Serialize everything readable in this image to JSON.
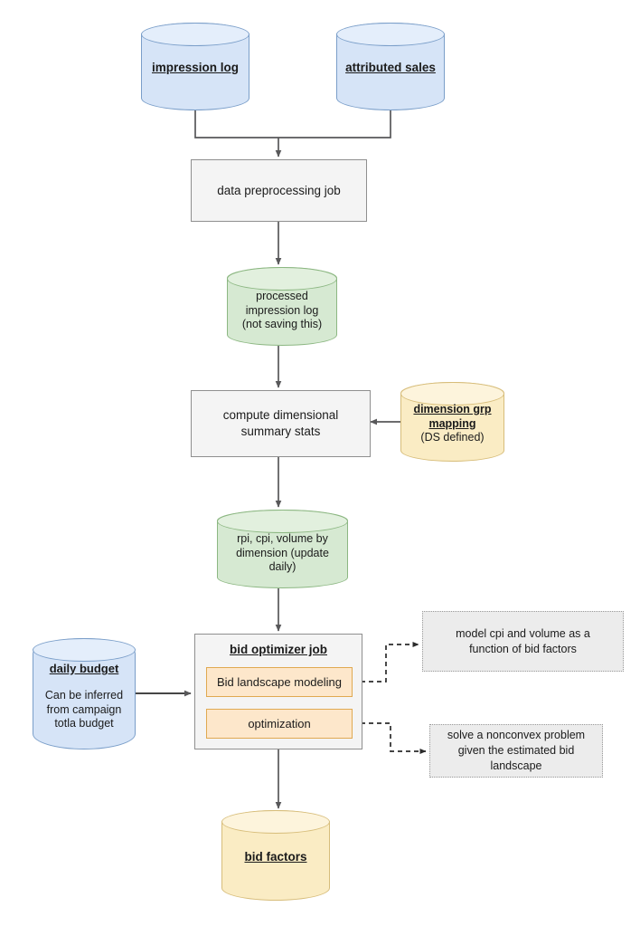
{
  "diagram": {
    "title": "bid optimizer pipeline flowchart",
    "colors": {
      "datastore_blue_fill": "#d6e4f7",
      "datastore_blue_stroke": "#7a9ec9",
      "datastore_green_fill": "#d6e9d2",
      "datastore_green_stroke": "#8cb782",
      "datastore_yellow_fill": "#faecc4",
      "datastore_yellow_stroke": "#d7bd7a",
      "process_fill": "#f4f4f4",
      "process_stroke": "#8f8f8f",
      "subprocess_fill": "#fde7cb",
      "subprocess_stroke": "#e0a951",
      "note_fill": "#ececec",
      "note_stroke": "#9a9a9a",
      "edge_stroke": "#58585a"
    },
    "nodes": {
      "impression_log": {
        "label": "impression log",
        "shape": "cylinder",
        "color": "blue"
      },
      "attributed_sales": {
        "label": "attributed sales",
        "shape": "cylinder",
        "color": "blue"
      },
      "data_preprocessing_job": {
        "label": "data preprocessing job",
        "shape": "rectangle",
        "color": "gray"
      },
      "processed_impression_log": {
        "shape": "cylinder",
        "color": "green",
        "line1": "processed",
        "line2": "impression log",
        "line3": "(not saving this)"
      },
      "compute_dimensional_summary_stats": {
        "shape": "rectangle",
        "color": "gray",
        "line1": "compute dimensional",
        "line2": "summary stats"
      },
      "dimension_grp_mapping": {
        "shape": "cylinder",
        "color": "yellow",
        "title_line1": "dimension grp",
        "title_line2": "mapping",
        "subtitle": "(DS defined)"
      },
      "rpi_cpi_volume": {
        "shape": "cylinder",
        "color": "green",
        "line1": "rpi, cpi, volume by",
        "line2": "dimension (update",
        "line3": "daily)"
      },
      "daily_budget": {
        "shape": "cylinder",
        "color": "blue",
        "title": "daily budget",
        "line1": "Can be inferred",
        "line2": "from campaign",
        "line3": "totla budget"
      },
      "bid_optimizer_job": {
        "shape": "group",
        "color": "gray",
        "title": "bid optimizer job",
        "children": [
          {
            "id": "bid_landscape_modeling",
            "label": "Bid landscape modeling"
          },
          {
            "id": "optimization",
            "label": "optimization"
          }
        ]
      },
      "note_bid_landscape": {
        "shape": "note",
        "line1": "model cpi and volume as a",
        "line2": "function of bid factors"
      },
      "note_optimization": {
        "shape": "note",
        "line1": "solve a nonconvex problem",
        "line2": "given the estimated bid",
        "line3": "landscape"
      },
      "bid_factors": {
        "label": "bid factors",
        "shape": "cylinder",
        "color": "yellow"
      }
    },
    "edges": [
      {
        "from": "impression_log",
        "to": "data_preprocessing_job",
        "style": "solid",
        "arrow": true
      },
      {
        "from": "attributed_sales",
        "to": "data_preprocessing_job",
        "style": "solid",
        "arrow": true
      },
      {
        "from": "data_preprocessing_job",
        "to": "processed_impression_log",
        "style": "solid",
        "arrow": true
      },
      {
        "from": "processed_impression_log",
        "to": "compute_dimensional_summary_stats",
        "style": "solid",
        "arrow": true
      },
      {
        "from": "dimension_grp_mapping",
        "to": "compute_dimensional_summary_stats",
        "style": "solid",
        "arrow": true
      },
      {
        "from": "compute_dimensional_summary_stats",
        "to": "rpi_cpi_volume",
        "style": "solid",
        "arrow": true
      },
      {
        "from": "rpi_cpi_volume",
        "to": "bid_optimizer_job",
        "style": "solid",
        "arrow": true
      },
      {
        "from": "daily_budget",
        "to": "bid_optimizer_job",
        "style": "solid",
        "arrow": true
      },
      {
        "from": "bid_landscape_modeling",
        "to": "note_bid_landscape",
        "style": "dashed",
        "arrow": true
      },
      {
        "from": "optimization",
        "to": "note_optimization",
        "style": "dashed",
        "arrow": true
      },
      {
        "from": "bid_optimizer_job",
        "to": "bid_factors",
        "style": "solid",
        "arrow": true
      }
    ]
  }
}
